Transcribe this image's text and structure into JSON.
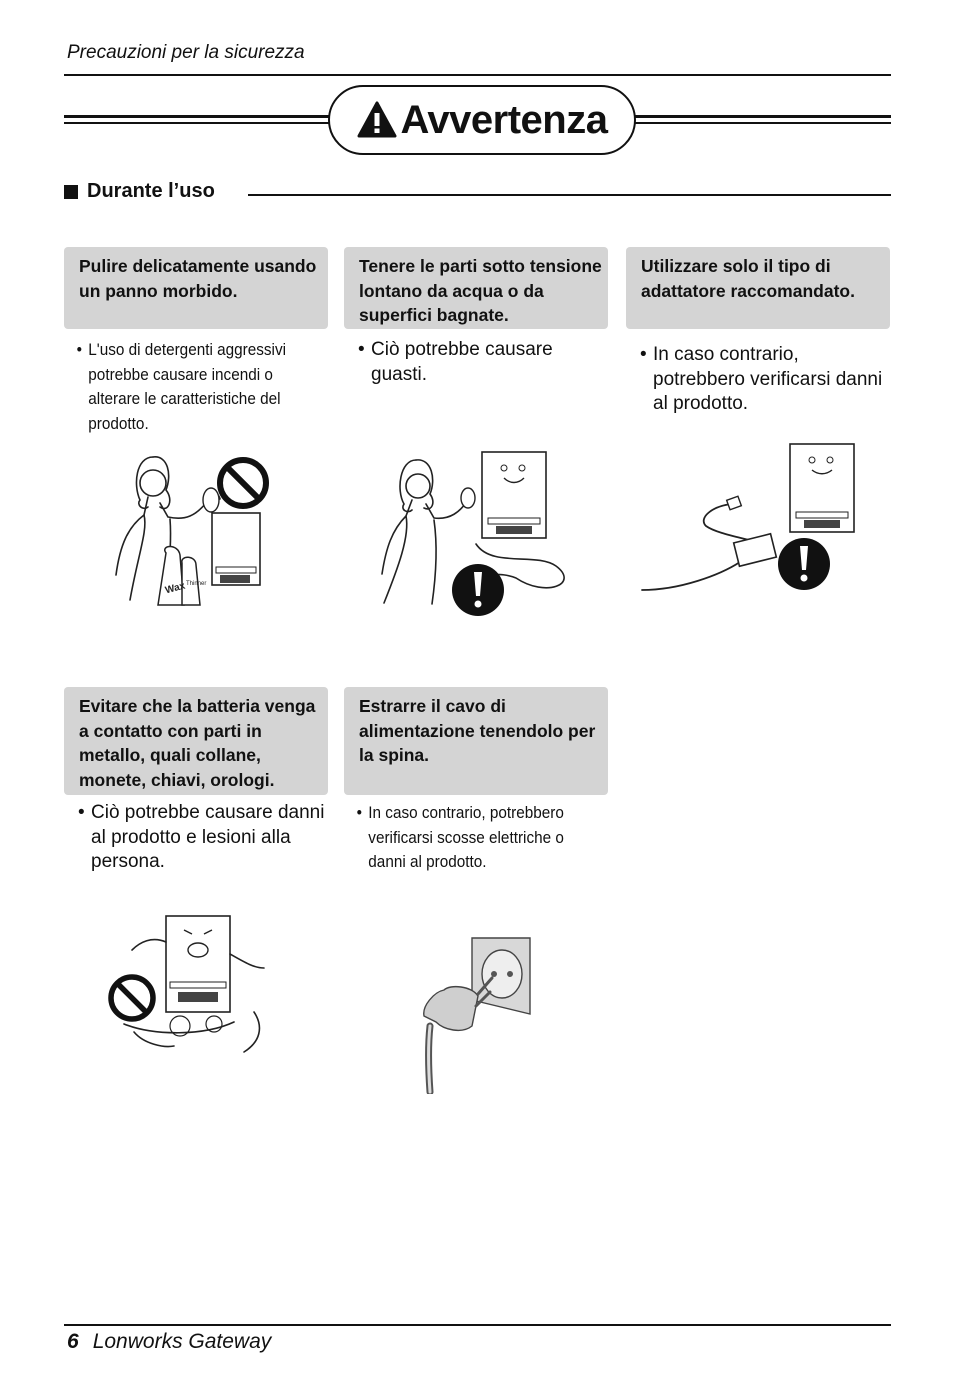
{
  "header": {
    "running_title": "Precauzioni per la sicurezza"
  },
  "banner": {
    "title": "Avvertenza",
    "icon": "warning-triangle-icon"
  },
  "section": {
    "title": "Durante l’uso"
  },
  "cards": [
    {
      "title": "Pulire delicatamente usando un panno morbido.",
      "note": "L'uso di detergenti aggressivi potrebbe causare incendi o alterare le caratteristiche del prodotto.",
      "bottle_labels": [
        "Wax",
        "Thinner"
      ]
    },
    {
      "title": "Tenere le parti sotto tensione lontano da acqua o da superfici bagnate.",
      "note": "Ciò potrebbe causare guasti."
    },
    {
      "title": "Utilizzare solo il tipo di adattatore raccomandato.",
      "note": "In caso contrario, potrebbero verificarsi danni al prodotto."
    },
    {
      "title": "Evitare che la batteria venga a contatto con parti in metallo, quali collane, monete, chiavi, orologi.",
      "note": "Ciò potrebbe causare danni al prodotto e lesioni alla persona."
    },
    {
      "title": "Estrarre il cavo di alimentazione tenendolo per la spina.",
      "note": "In caso contrario, potrebbero verificarsi scosse elettriche o danni al prodotto."
    }
  ],
  "footer": {
    "page_number": "6",
    "product": "Lonworks Gateway"
  }
}
